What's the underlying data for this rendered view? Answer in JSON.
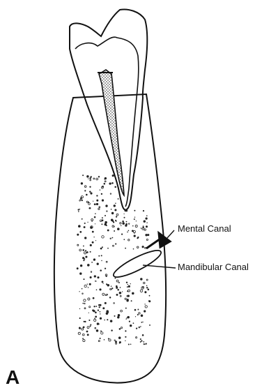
{
  "diagram": {
    "labels": {
      "mental_canal": "Mental Canal",
      "mandibular_canal": "Mandibular Canal"
    },
    "panel_letter": "A",
    "colors": {
      "ink": "#111111",
      "background": "#ffffff"
    }
  }
}
